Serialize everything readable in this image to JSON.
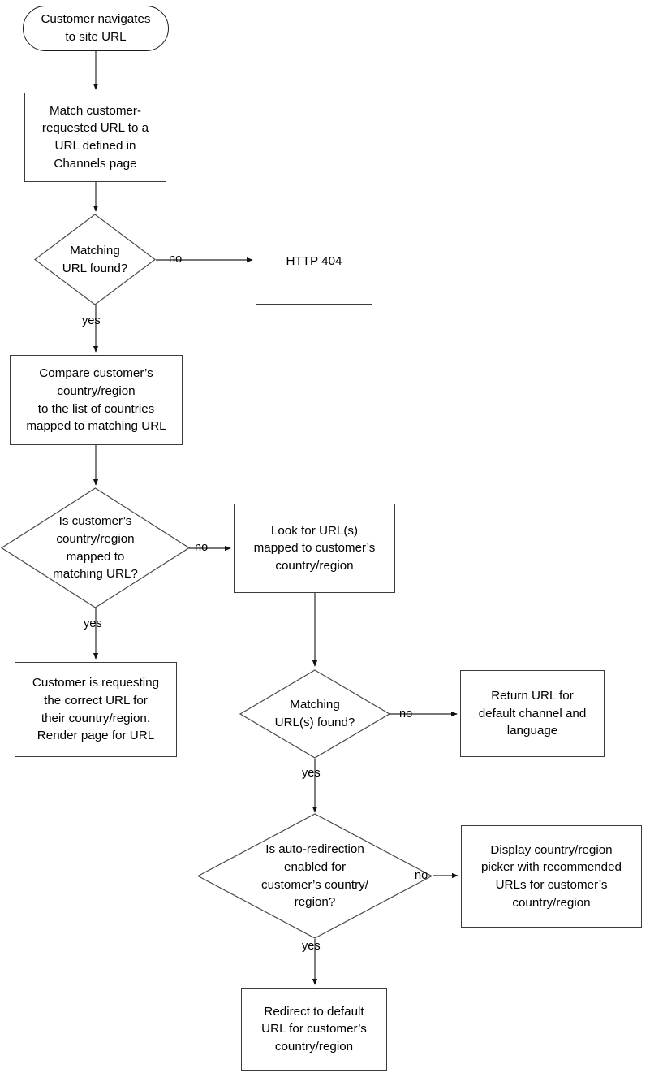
{
  "diagram": {
    "title": "Site URL routing by country/region flowchart",
    "stroke_color": "#3b3b3b",
    "text_color": "#000000",
    "background_color": "#ffffff"
  },
  "nodes": {
    "start": {
      "text": "Customer navigates\nto site URL",
      "shape": "terminal"
    },
    "match_url": {
      "text": "Match customer-\nrequested URL to a\nURL defined in\nChannels page",
      "shape": "process"
    },
    "matching_url_found": {
      "text": "Matching\nURL found?",
      "shape": "decision"
    },
    "http_404": {
      "text": "HTTP 404",
      "shape": "process"
    },
    "compare_country": {
      "text": "Compare customer’s\ncountry/region\nto the list of countries\nmapped to matching URL",
      "shape": "process"
    },
    "is_country_mapped": {
      "text": "Is customer’s\ncountry/region\nmapped to\nmatching URL?",
      "shape": "decision"
    },
    "look_for_urls": {
      "text": "Look for URL(s)\nmapped to customer’s\ncountry/region",
      "shape": "process"
    },
    "correct_url": {
      "text": "Customer is requesting\nthe correct URL for\ntheir country/region.\nRender page for URL",
      "shape": "process"
    },
    "matching_urls_found": {
      "text": "Matching\nURL(s) found?",
      "shape": "decision"
    },
    "return_default": {
      "text": "Return URL for\ndefault channel and\nlanguage",
      "shape": "process"
    },
    "is_auto_redirect": {
      "text": "Is auto-redirection\nenabled for\ncustomer’s country/\nregion?",
      "shape": "decision"
    },
    "display_picker": {
      "text": "Display country/region\npicker with recommended\nURLs for customer’s\ncountry/region",
      "shape": "process"
    },
    "redirect_default": {
      "text": "Redirect to default\nURL for customer’s\ncountry/region",
      "shape": "process"
    }
  },
  "edge_labels": {
    "no_404": "no",
    "yes_compare": "yes",
    "no_look_for_urls": "no",
    "yes_correct_url": "yes",
    "no_return_default": "no",
    "yes_auto_redirect": "yes",
    "no_display_picker": "no",
    "yes_redirect_default": "yes"
  }
}
